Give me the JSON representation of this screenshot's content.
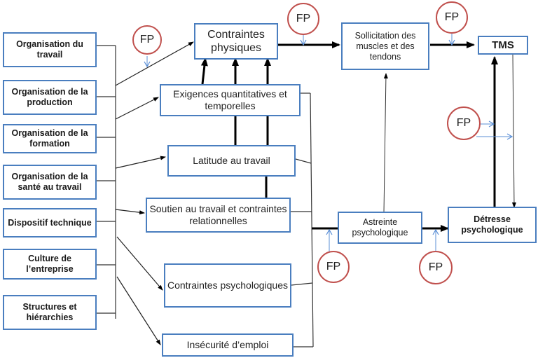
{
  "colors": {
    "box_border": "#4a7ebf",
    "fp_circle": "#c0504d",
    "fp_arrow": "#5b8fd6",
    "wire": "#000000"
  },
  "left_boxes": [
    {
      "label": "Organisation du travail"
    },
    {
      "label": "Organisation de la production"
    },
    {
      "label": "Organisation de la formation"
    },
    {
      "label": "Organisation de la santé au travail"
    },
    {
      "label": "Dispositif technique"
    },
    {
      "label": "Culture de l’entreprise"
    },
    {
      "label": "Structures et hiérarchies"
    }
  ],
  "middle_boxes": {
    "contraintes_physiques": "Contraintes physiques",
    "exigences": "Exigences quantitatives et temporelles",
    "latitude": "Latitude au travail",
    "soutien": "Soutien au travail et contraintes relationnelles",
    "contraintes_psy": "Contraintes psychologiques",
    "insecurite": "Insécurité d’emploi"
  },
  "right_boxes": {
    "sollicitation": "Sollicitation des muscles et des tendons",
    "tms": "TMS",
    "astreinte": "Astreinte psychologique",
    "detresse": "Détresse psychologique"
  },
  "fp_label": "FP"
}
